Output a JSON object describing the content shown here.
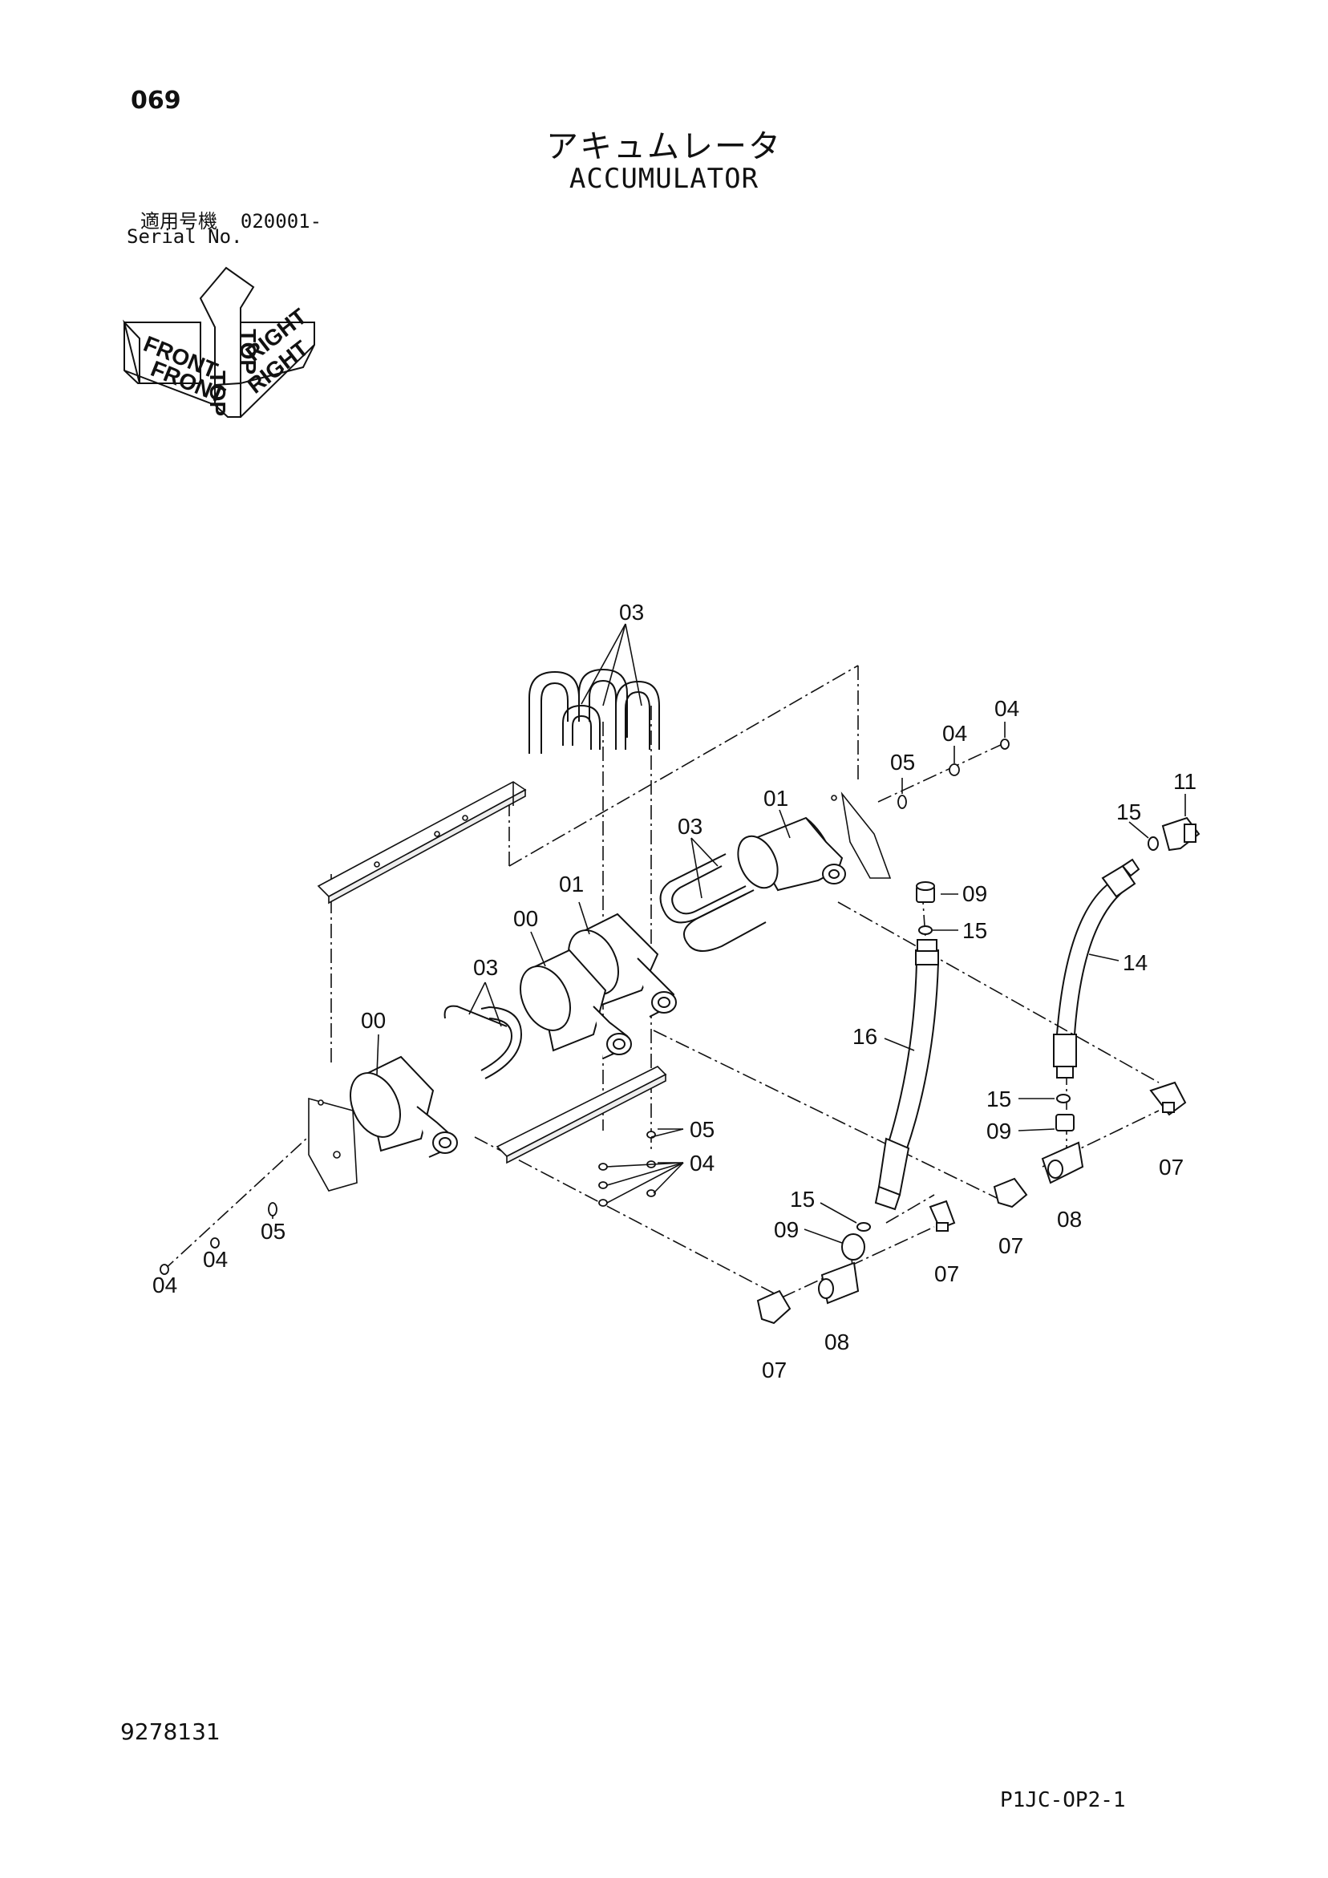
{
  "header": {
    "page_number": "069",
    "title_jp": "アキュムレータ",
    "title_en": "ACCUMULATOR",
    "serial_label_jp": "適用号機",
    "serial_value": "020001-",
    "serial_label_en": "Serial No."
  },
  "orientation": {
    "top": "TOP",
    "front": "FRONT",
    "right": "RIGHT"
  },
  "callouts": {
    "c03_top": "03",
    "c04_a": "04",
    "c04_b": "04",
    "c05_a": "05",
    "c01_a": "01",
    "c03_b": "03",
    "c01_b": "01",
    "c00_a": "00",
    "c03_c": "03",
    "c00_b": "00",
    "c11": "11",
    "c15_a": "15",
    "c09_a": "09",
    "c15_b": "15",
    "c14": "14",
    "c16": "16",
    "c15_c": "15",
    "c09_b": "09",
    "c07_a": "07",
    "c08_a": "08",
    "c07_b": "07",
    "c05_b": "05",
    "c04_c": "04",
    "c15_d": "15",
    "c09_c": "09",
    "c07_c": "07",
    "c08_b": "08",
    "c07_d": "07",
    "c05_c": "05",
    "c04_d": "04",
    "c04_e": "04"
  },
  "footer": {
    "document_number": "9278131",
    "sheet_code": "P1JC-OP2-1"
  }
}
